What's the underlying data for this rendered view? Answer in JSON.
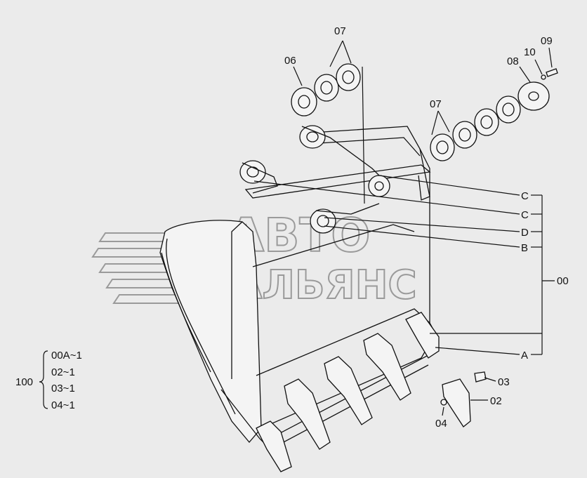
{
  "callouts": {
    "c07_top": "07",
    "c06": "06",
    "c08": "08",
    "c10": "10",
    "c09": "09",
    "c07_mid": "07",
    "c_C1": "C",
    "c_C2": "C",
    "c_D": "D",
    "c_B": "B",
    "c00": "00",
    "c_A": "A",
    "c03": "03",
    "c02": "02",
    "c04": "04"
  },
  "assembly_list": {
    "number": "100",
    "items": [
      "00A~1",
      "02~1",
      "03~1",
      "04~1"
    ]
  },
  "watermark": {
    "line1": "АВТО",
    "line2": "АЛЬЯНС"
  }
}
